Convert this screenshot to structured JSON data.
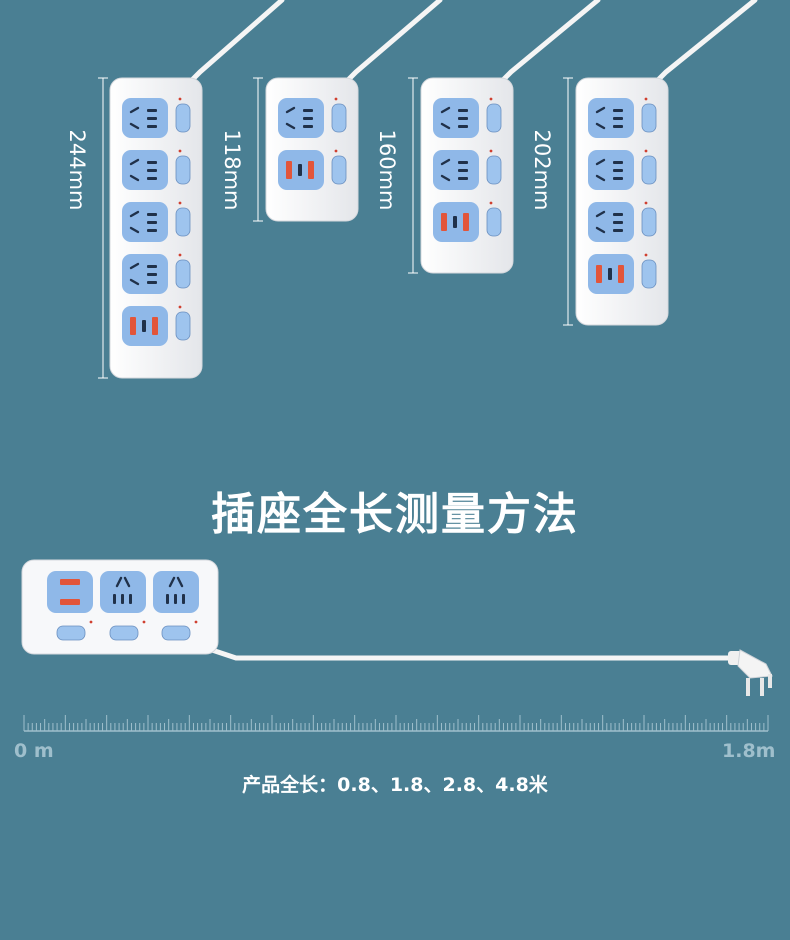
{
  "strips": [
    {
      "length_label": "244mm",
      "sockets": 4,
      "has_usb": true
    },
    {
      "length_label": "118mm",
      "sockets": 1,
      "has_usb": true
    },
    {
      "length_label": "160mm",
      "sockets": 2,
      "has_usb": true
    },
    {
      "length_label": "202mm",
      "sockets": 3,
      "has_usb": true
    }
  ],
  "heading": "插座全长测量方法",
  "ruler": {
    "start_label": "0 m",
    "end_label": "1.8m"
  },
  "lengths_text": "产品全长：0.8、1.8、2.8、4.8米",
  "colors": {
    "background": "#4a7f93",
    "body": "#f3f4f6",
    "socket": "#8fb8e8",
    "switch": "#9ec4ee",
    "usb_port": "#e2553a",
    "cable": "#f5f5f5"
  }
}
